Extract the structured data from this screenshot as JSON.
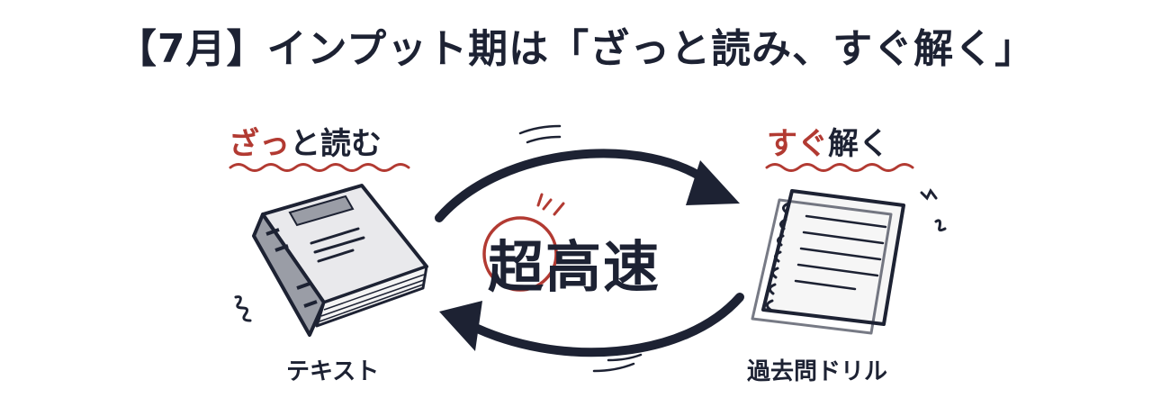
{
  "title": "【7月】インプット期は「ざっと読み、すぐ解く」",
  "left": {
    "heading_accent": "ざっ",
    "heading_rest": "と読む",
    "caption": "テキスト"
  },
  "right": {
    "heading_accent": "すぐ",
    "heading_rest": "解く",
    "caption": "過去問ドリル"
  },
  "center": {
    "label": "超高速"
  },
  "colors": {
    "accent": "#b23a32",
    "ink": "#1d2233"
  }
}
